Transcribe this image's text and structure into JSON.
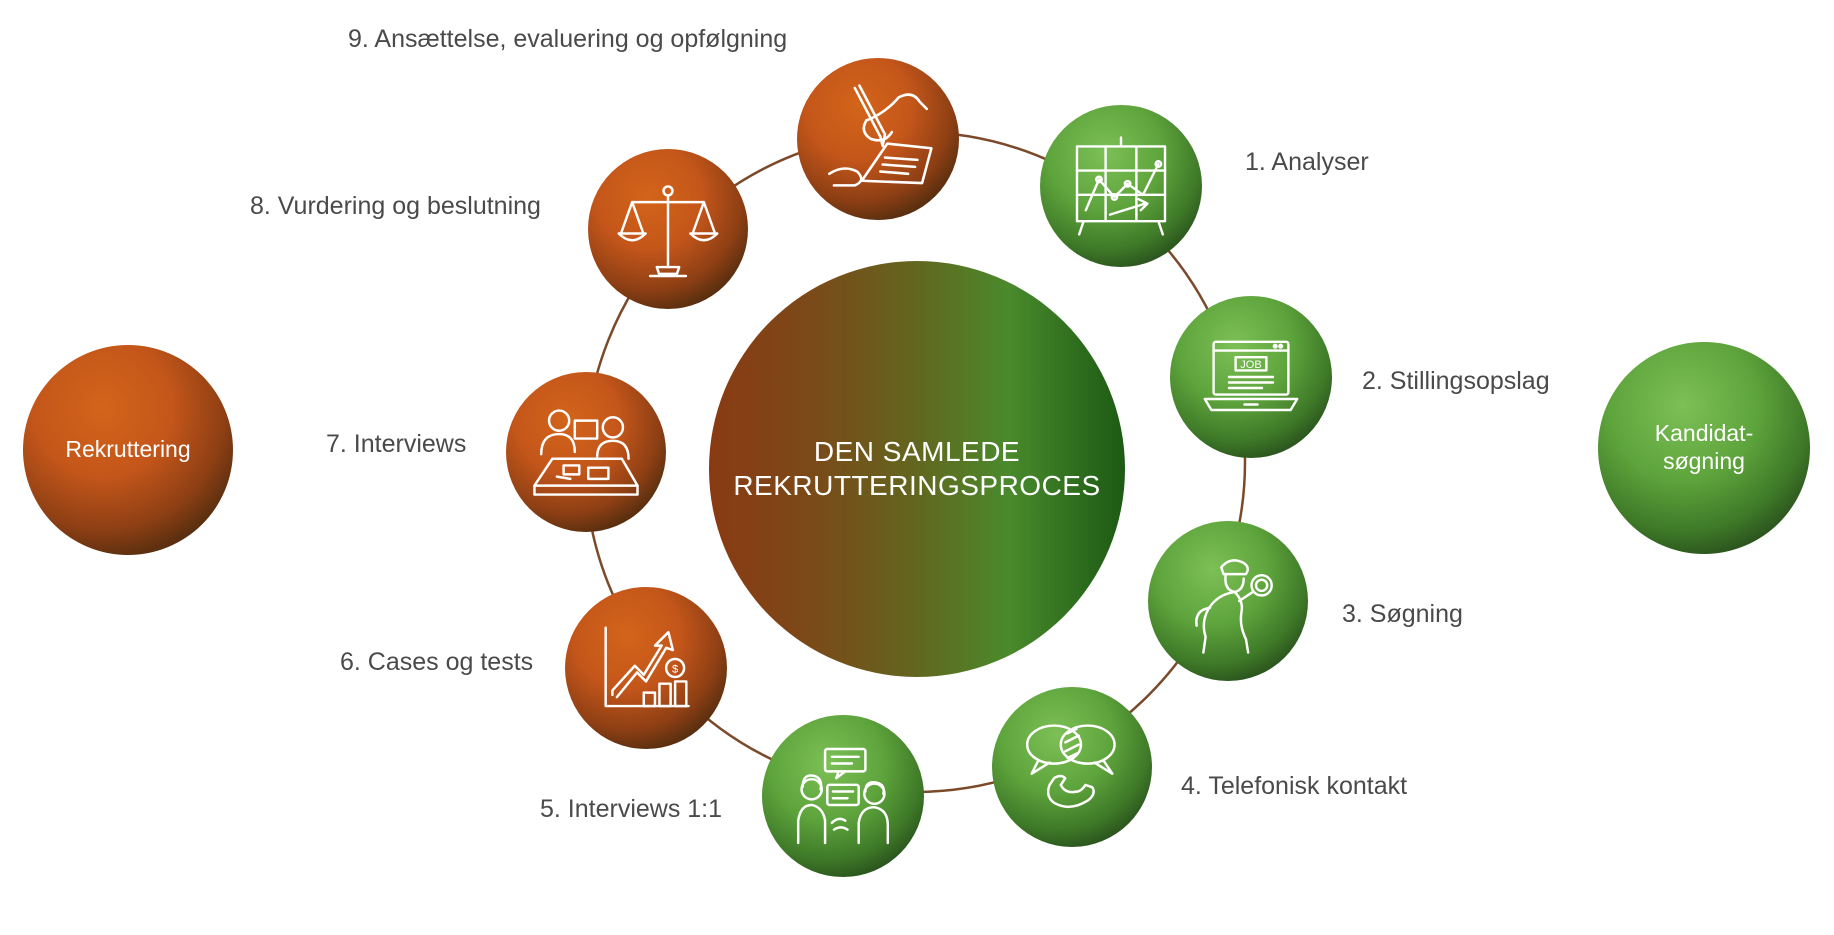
{
  "center": {
    "title_line1": "DEN SAMLEDE",
    "title_line2": "REKRUTTERINGSPROCES"
  },
  "side_left": {
    "label": "Rekruttering"
  },
  "side_right": {
    "label_line1": "Kandidat-",
    "label_line2": "søgning"
  },
  "steps": [
    {
      "label": "1. Analyser",
      "icon": "analysis-chart-icon"
    },
    {
      "label": "2. Stillingsopslag",
      "icon": "job-laptop-icon"
    },
    {
      "label": "3. Søgning",
      "icon": "detective-magnifier-icon"
    },
    {
      "label": "4. Telefonisk kontakt",
      "icon": "phone-chat-icon"
    },
    {
      "label": "5. Interviews 1:1",
      "icon": "conversation-icon"
    },
    {
      "label": "6. Cases og tests",
      "icon": "growth-chart-icon"
    },
    {
      "label": "7. Interviews",
      "icon": "meeting-table-icon"
    },
    {
      "label": "8. Vurdering og beslutning",
      "icon": "scales-icon"
    },
    {
      "label": "9. Ansættelse, evaluering og opfølgning",
      "icon": "signing-contract-icon"
    }
  ],
  "colors": {
    "orange": "#c4561a",
    "green": "#5ea43c",
    "ring": "#7a4a2a",
    "label_text": "#4a4a4a"
  }
}
